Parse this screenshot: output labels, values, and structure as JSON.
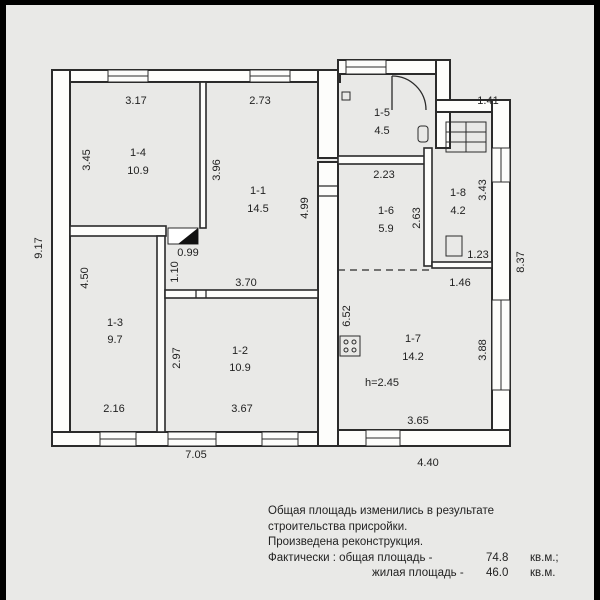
{
  "rooms": [
    {
      "id": "1-1",
      "area": "14.5"
    },
    {
      "id": "1-2",
      "area": "10.9"
    },
    {
      "id": "1-3",
      "area": "9.7"
    },
    {
      "id": "1-4",
      "area": "10.9"
    },
    {
      "id": "1-5",
      "area": "4.5"
    },
    {
      "id": "1-6",
      "area": "5.9"
    },
    {
      "id": "1-7",
      "area": "14.2"
    },
    {
      "id": "1-8",
      "area": "4.2"
    }
  ],
  "dimensions": {
    "d317": "3.17",
    "d273": "2.73",
    "d141": "1.41",
    "d345": "3.45",
    "d396": "3.96",
    "d917": "9.17",
    "d223": "2.23",
    "d343": "3.43",
    "d499": "4.99",
    "d263": "2.63",
    "d837": "8.37",
    "d099": "0.99",
    "d123": "1.23",
    "d450": "4.50",
    "d110": "1.10",
    "d370": "3.70",
    "d146": "1.46",
    "d652": "6.52",
    "d297": "2.97",
    "d388": "3.88",
    "d216": "2.16",
    "d367": "3.67",
    "d365": "3.65",
    "d705": "7.05",
    "d440": "4.40"
  },
  "ceiling_height": "h=2.45",
  "note": {
    "line1": "Общая площадь изменились в результате",
    "line2": "строительства присройки.",
    "line3": "Произведена реконструкция.",
    "line4_label": "Фактически : общая площадь -",
    "line4_value": "74.8",
    "line4_unit": "кв.м.;",
    "line5_label": "жилая площадь -",
    "line5_value": "46.0",
    "line5_unit": "кв.м."
  }
}
